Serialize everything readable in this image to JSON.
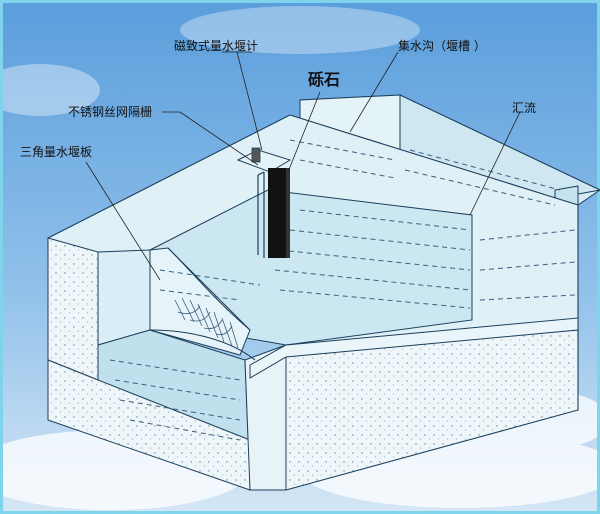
{
  "labels": {
    "flowmeter": "磁致式量水堰计",
    "gravel": "砾石",
    "screen": "不锈钢丝网隔栅",
    "v_notch_weir": "三角量水堰板",
    "channel": "集水沟（堰槽 ）",
    "confluence": "汇流"
  },
  "colors": {
    "frame_border": "#7fd3ea",
    "sky_top": "#5fa2de",
    "sky_bottom": "#cfe3f4",
    "water_fill": "#cfe9f2",
    "wall_fill": "#e2f2f8",
    "concrete_fill": "#f0f7fa",
    "gauge_tube": "#111111"
  }
}
